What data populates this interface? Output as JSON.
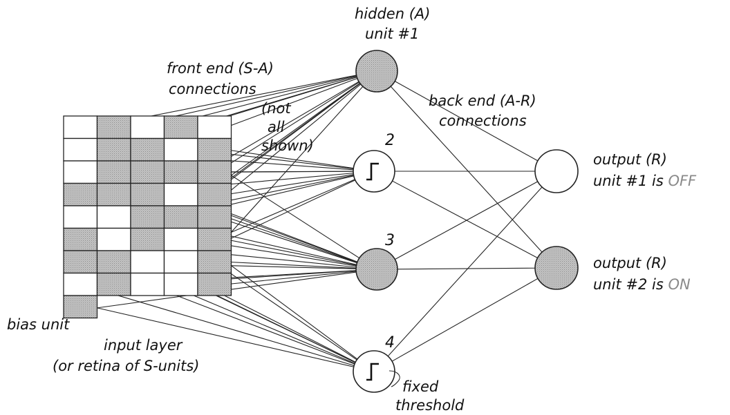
{
  "colors": {
    "active": "#bdbdbd",
    "inactive": "#ffffff",
    "line": "#222222",
    "state_text": "#8a8a8a"
  },
  "labels": {
    "hidden_title_1": "hidden (A)",
    "hidden_title_2": "unit #1",
    "front_end_1": "front end (S-A)",
    "front_end_2": "connections",
    "not_all_1": "(not",
    "not_all_2": "all",
    "not_all_3": "shown)",
    "back_end_1": "back end (A-R)",
    "back_end_2": "connections",
    "hidden_2": "2",
    "hidden_3": "3",
    "hidden_4": "4",
    "output1_line1": "output (R)",
    "output1_line2_prefix": "unit #1 is ",
    "output1_state": "OFF",
    "output2_line1": "output (R)",
    "output2_line2_prefix": "unit #2 is ",
    "output2_state": "ON",
    "bias_unit": "bias unit",
    "input_layer_1": "input layer",
    "input_layer_2": "(or retina of S-units)",
    "fixed_1": "fixed",
    "fixed_2": "threshold"
  },
  "retina": {
    "rows": 8,
    "cols": 5,
    "active": [
      [
        0,
        1,
        0,
        1,
        0
      ],
      [
        0,
        1,
        1,
        0,
        1
      ],
      [
        0,
        1,
        1,
        1,
        1
      ],
      [
        1,
        1,
        1,
        0,
        1
      ],
      [
        0,
        0,
        1,
        1,
        1
      ],
      [
        1,
        0,
        1,
        0,
        1
      ],
      [
        1,
        1,
        0,
        0,
        1
      ],
      [
        0,
        1,
        0,
        0,
        1
      ]
    ],
    "bias_active": true
  },
  "hidden_units": [
    {
      "id": "1",
      "active": true,
      "threshold_icon": false
    },
    {
      "id": "2",
      "active": false,
      "threshold_icon": true
    },
    {
      "id": "3",
      "active": true,
      "threshold_icon": false
    },
    {
      "id": "4",
      "active": false,
      "threshold_icon": true
    }
  ],
  "output_units": [
    {
      "id": "1",
      "active": false,
      "state": "OFF"
    },
    {
      "id": "2",
      "active": true,
      "state": "ON"
    }
  ]
}
